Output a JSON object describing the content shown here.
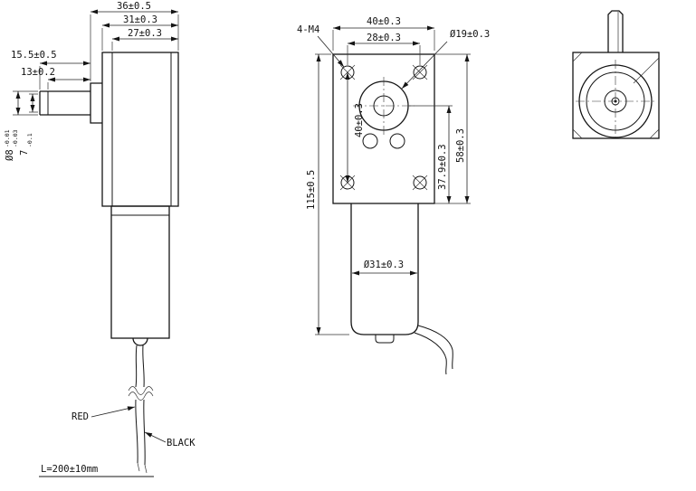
{
  "colors": {
    "background": "#ffffff",
    "line": "#151515"
  },
  "side": {
    "dim_depth_total": "36±0.5",
    "dim_depth_mid": "31±0.3",
    "dim_depth_inner": "27±0.3",
    "dim_shaft_length": "15.5±0.5",
    "dim_shaft_flat_len": "13±0.2",
    "dim_shaft_dia": "Ø8",
    "dim_shaft_dia_tol_up": "-0.01",
    "dim_shaft_dia_tol_low": "-0.03",
    "dim_flat_width": "7",
    "dim_flat_width_tol": "-0.1",
    "wire_red": "RED",
    "wire_black": "BLACK",
    "wire_length": "L=200±10mm"
  },
  "front": {
    "dim_width": "40±0.3",
    "dim_hole_pitch_h": "28±0.3",
    "holes_label": "4-M4",
    "dim_boss_dia": "Ø19±0.3",
    "dim_total_height": "115±0.5",
    "dim_hole_pitch_v": "40±0.3",
    "dim_center_to_base": "37.9±0.3",
    "dim_gearbox_height": "58±0.3",
    "dim_motor_dia": "Ø31±0.3"
  }
}
